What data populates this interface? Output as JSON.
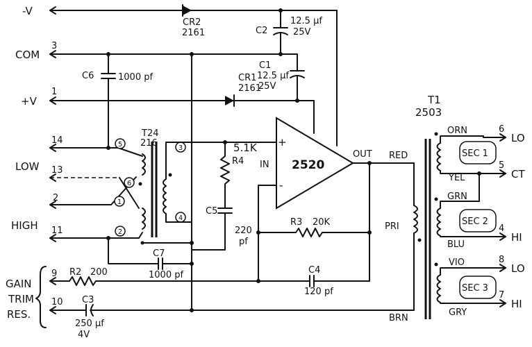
{
  "rails": {
    "neg_v": "-V",
    "com": "COM",
    "com_pin": "3",
    "pos_v": "+V",
    "pos_pin": "1"
  },
  "components": {
    "cr2": {
      "ref": "CR2",
      "part": "2161"
    },
    "cr1": {
      "ref": "CR1",
      "part": "2161"
    },
    "c2": {
      "ref": "C2",
      "value": "12.5 µf",
      "voltage": "25V"
    },
    "c1": {
      "ref": "C1",
      "value": "12.5 µf",
      "voltage": "25V"
    },
    "c6": {
      "ref": "C6",
      "value": "1000 pf"
    },
    "t24": {
      "ref": "T24",
      "part": "216"
    },
    "r4": {
      "ref": "R4",
      "value": "5.1K"
    },
    "c5": {
      "ref": "C5",
      "value": "220",
      "unit": "pf"
    },
    "amp": {
      "part": "2520",
      "in_label": "IN",
      "out_label": "OUT",
      "plus": "+",
      "minus": "-"
    },
    "r3": {
      "ref": "R3",
      "value": "20K"
    },
    "c7": {
      "ref": "C7",
      "value": "1000 pf"
    },
    "c4": {
      "ref": "C4",
      "value": "120 pf"
    },
    "r2": {
      "ref": "R2",
      "value": "200"
    },
    "c3": {
      "ref": "C3",
      "value": "250 µf",
      "voltage": "4V"
    },
    "t1": {
      "ref": "T1",
      "part": "2503",
      "pri": "PRI",
      "sec1": "SEC 1",
      "sec2": "SEC 2",
      "sec3": "SEC 3"
    }
  },
  "inputs": {
    "low": "LOW",
    "high": "HIGH",
    "pin14": "14",
    "pin13": "13",
    "pin2": "2",
    "pin11": "11",
    "gain_trim_line1": "GAIN",
    "gain_trim_line2": "TRIM",
    "gain_trim_line3": "RES.",
    "pin9": "9",
    "pin10": "10"
  },
  "t24_pins": [
    "5",
    "6",
    "1",
    "2",
    "3",
    "4"
  ],
  "wire_colors": {
    "red": "RED",
    "brn": "BRN",
    "orn": "ORN",
    "yel": "YEL",
    "grn": "GRN",
    "blu": "BLU",
    "vio": "VIO",
    "gry": "GRY"
  },
  "outputs": [
    {
      "pin": "6",
      "label": "LO"
    },
    {
      "pin": "5",
      "label": "CT"
    },
    {
      "pin": "4",
      "label": "HI"
    },
    {
      "pin": "8",
      "label": "LO"
    },
    {
      "pin": "7",
      "label": "HI"
    }
  ]
}
